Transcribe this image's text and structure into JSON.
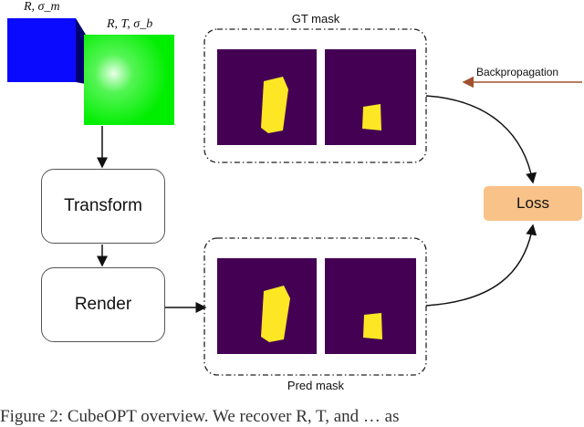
{
  "labels": {
    "blue_cube": "R, σ_m",
    "green_cube": "R, T, σ_b"
  },
  "boxes": {
    "transform": "Transform",
    "render": "Render"
  },
  "groups": {
    "gt": "GT mask",
    "pred": "Pred mask"
  },
  "loss": "Loss",
  "backprop": "Backpropagation",
  "caption": "Figure 2: CubeOPT overview. We recover R, T, and … as",
  "colors": {
    "mask_bg": "#440154",
    "mask_fg": "#fde725",
    "cube_blue": "#0a0aff",
    "cube_green": "#00ee00",
    "loss_fill": "#f9c288",
    "backprop_arrow": "#a0522d"
  }
}
